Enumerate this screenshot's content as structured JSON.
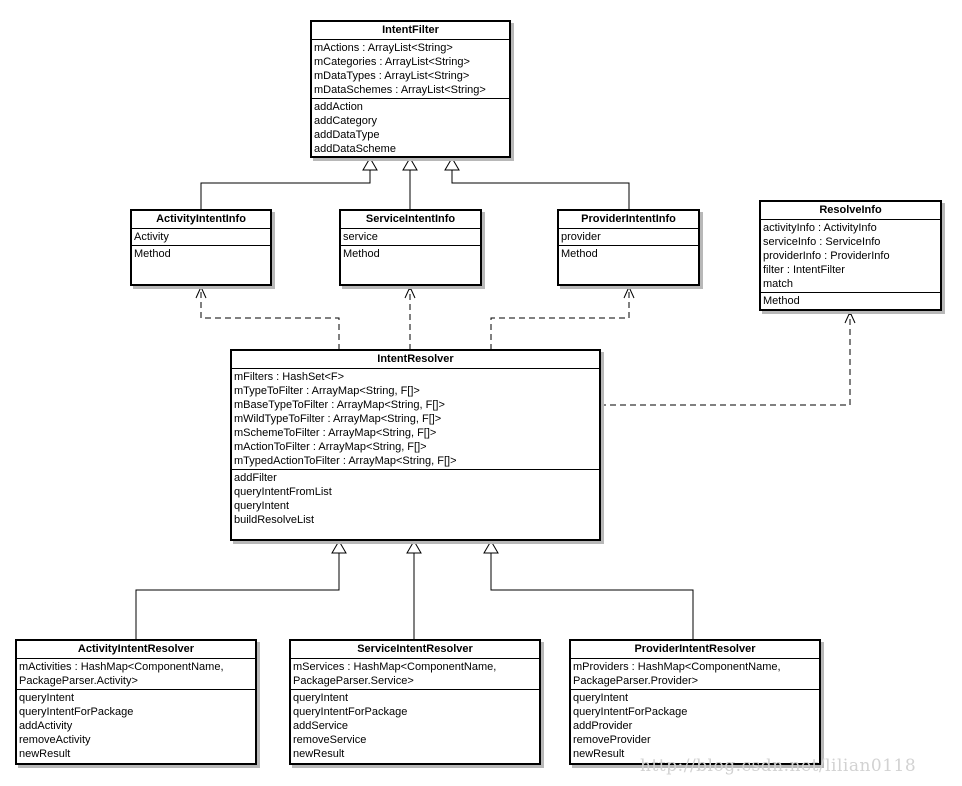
{
  "classes": {
    "intent_filter": {
      "name": "IntentFilter",
      "attributes": [
        "mActions : ArrayList<String>",
        "mCategories : ArrayList<String>",
        "mDataTypes : ArrayList<String>",
        "mDataSchemes : ArrayList<String>"
      ],
      "methods": [
        "addAction",
        "addCategory",
        "addDataType",
        "addDataScheme"
      ]
    },
    "activity_intent_info": {
      "name": "ActivityIntentInfo",
      "attributes": [
        "Activity"
      ],
      "methods": [
        "Method"
      ]
    },
    "service_intent_info": {
      "name": "ServiceIntentInfo",
      "attributes": [
        "service"
      ],
      "methods": [
        "Method"
      ]
    },
    "provider_intent_info": {
      "name": "ProviderIntentInfo",
      "attributes": [
        "provider"
      ],
      "methods": [
        "Method"
      ]
    },
    "resolve_info": {
      "name": "ResolveInfo",
      "attributes": [
        "activityInfo : ActivityInfo",
        "serviceInfo : ServiceInfo",
        "providerInfo : ProviderInfo",
        "filter : IntentFilter",
        "match"
      ],
      "methods": [
        "Method"
      ]
    },
    "intent_resolver": {
      "name": "IntentResolver",
      "attributes": [
        "mFilters : HashSet<F>",
        "mTypeToFilter : ArrayMap<String, F[]>",
        "mBaseTypeToFilter : ArrayMap<String, F[]>",
        "mWildTypeToFilter : ArrayMap<String, F[]>",
        "mSchemeToFilter : ArrayMap<String, F[]>",
        "mActionToFilter : ArrayMap<String, F[]>",
        "mTypedActionToFilter : ArrayMap<String, F[]>"
      ],
      "methods": [
        "addFilter",
        "queryIntentFromList",
        "queryIntent",
        "buildResolveList"
      ]
    },
    "activity_intent_resolver": {
      "name": "ActivityIntentResolver",
      "attributes": [
        "mActivities : HashMap<ComponentName,",
        "PackageParser.Activity>"
      ],
      "methods": [
        "queryIntent",
        "queryIntentForPackage",
        "addActivity",
        "removeActivity",
        "newResult"
      ]
    },
    "service_intent_resolver": {
      "name": "ServiceIntentResolver",
      "attributes": [
        "mServices : HashMap<ComponentName,",
        "PackageParser.Service>"
      ],
      "methods": [
        "queryIntent",
        "queryIntentForPackage",
        "addService",
        "removeService",
        "newResult"
      ]
    },
    "provider_intent_resolver": {
      "name": "ProviderIntentResolver",
      "attributes": [
        "mProviders : HashMap<ComponentName,",
        "PackageParser.Provider>"
      ],
      "methods": [
        "queryIntent",
        "queryIntentForPackage",
        "addProvider",
        "removeProvider",
        "newResult"
      ]
    }
  },
  "watermark": "http://blog.csdn.net/lilian0118"
}
